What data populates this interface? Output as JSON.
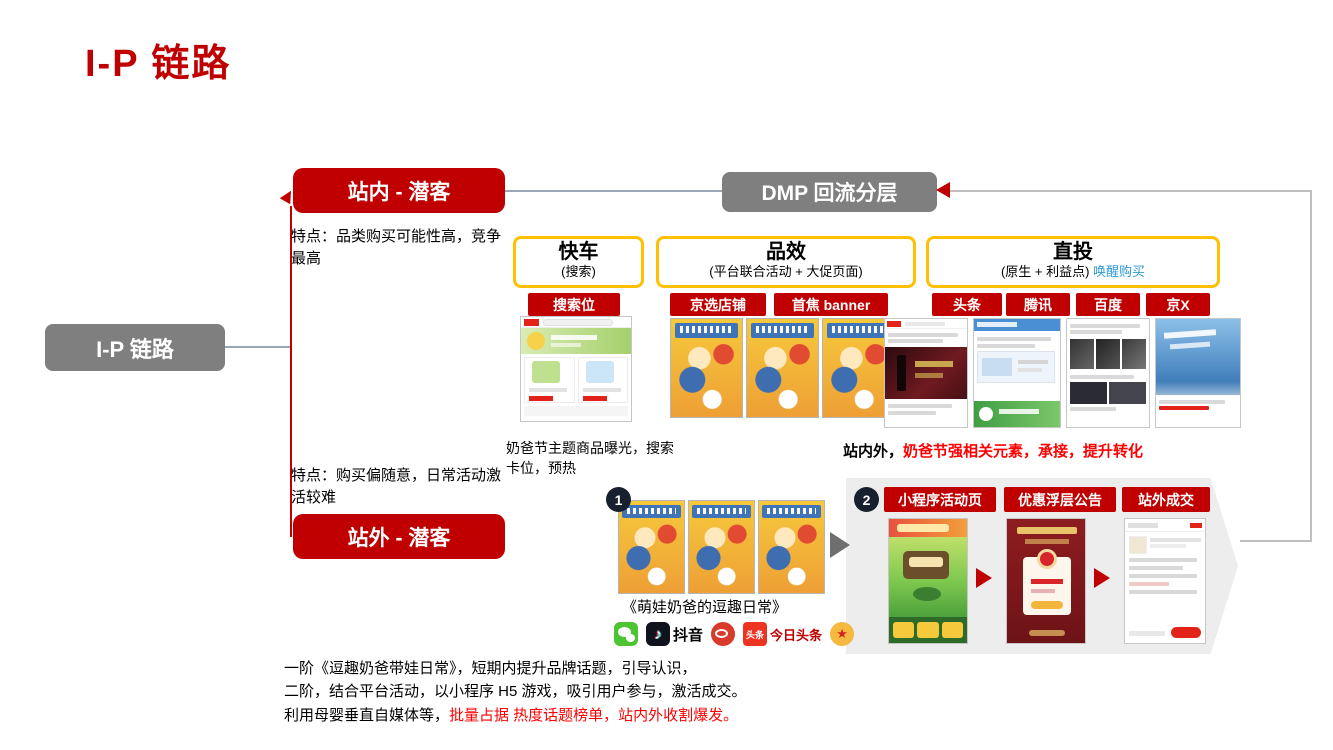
{
  "slide": {
    "title": "I-P 链路"
  },
  "nodes": {
    "ip_link": "I-P  链路",
    "onsite": "站内 - 潜客",
    "offsite": "站外 - 潜客",
    "dmp": "DMP 回流分层"
  },
  "traits": {
    "onsite": "特点：品类购买可能性高，竞争最高",
    "offsite": "特点：购买偏随意，日常活动激活较难"
  },
  "channels": [
    {
      "title": "快车",
      "subtitle": "(搜索)",
      "highlight": ""
    },
    {
      "title": "品效",
      "subtitle": "(平台联合活动 + 大促页面)",
      "highlight": ""
    },
    {
      "title": "直投",
      "subtitle": "(原生 + 利益点)",
      "highlight": "唤醒购买"
    }
  ],
  "chips": {
    "search_slot": "搜索位",
    "jd_store": "京选店铺",
    "banner": "首焦 banner",
    "toutiao": "头条",
    "tencent": "腾讯",
    "baidu": "百度",
    "jingx": "京X"
  },
  "notes": {
    "search_note": "奶爸节主题商品曝光，搜索卡位，预热",
    "onsite_black": "站内外，",
    "onsite_red": "奶爸节强相关元素，承接，提升转化"
  },
  "steps": {
    "one": "1",
    "two": "2"
  },
  "poster_caption": "《萌娃奶爸的逗趣日常》",
  "social": {
    "douyin": "抖音",
    "toutiao": "今日头条"
  },
  "icons": {
    "douyin_glyph": "♪",
    "toutiao_glyph": "头条",
    "star_glyph": "★"
  },
  "flow_chips": {
    "miniapp": "小程序活动页",
    "coupon": "优惠浮层公告",
    "deal": "站外成交"
  },
  "footer": {
    "line1": "一阶《逗趣奶爸带娃日常》，短期内提升品牌话题，引导认识，",
    "line2": "二阶，结合平台活动，以小程序 H5 游戏，吸引用户参与，激活成交。",
    "line3_black": "利用母婴垂直自媒体等，",
    "line3_red": "批量占据 热度话题榜单，站内外收割爆发。"
  },
  "colors": {
    "brand_red": "#C00000",
    "node_gray": "#7F7F7F",
    "accent_yellow": "#FFC000",
    "highlight_blue": "#2E9BD6",
    "text_red": "#FF0000"
  }
}
